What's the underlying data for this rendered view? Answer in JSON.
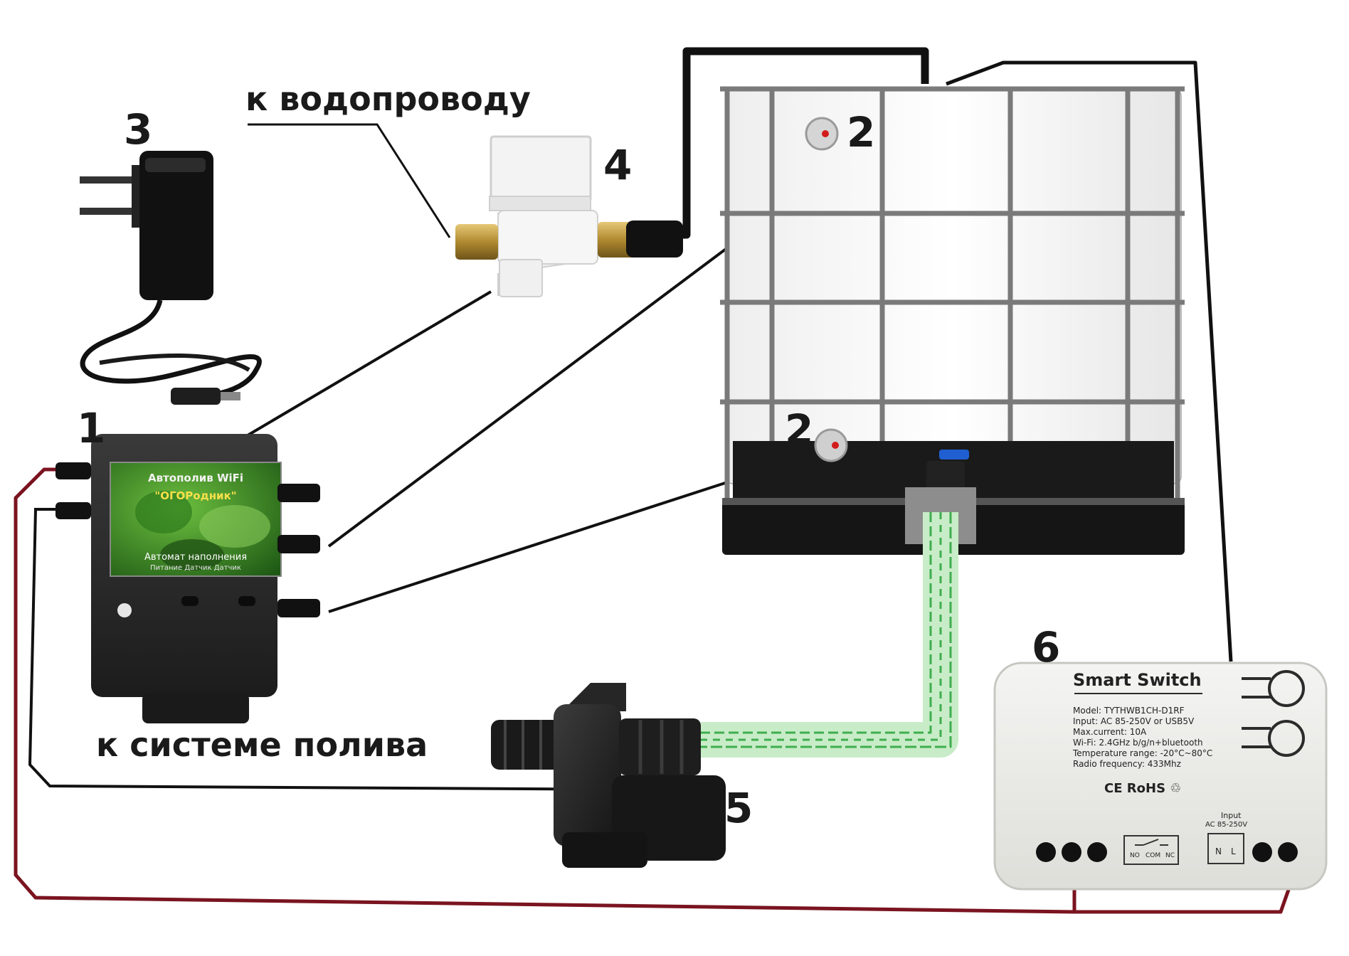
{
  "labels": {
    "n1": "1",
    "n2a": "2",
    "n2b": "2",
    "n3": "3",
    "n4": "4",
    "n5": "5",
    "n6": "6",
    "water_supply": "к водопроводу",
    "irrigation": "к системе полива"
  },
  "controller": {
    "title": "Автополив WiFi",
    "brand": "\"ОГОРодник\"",
    "subtitle": "Автомат наполнения",
    "bottom": "Питание  Датчик  Датчик"
  },
  "smart_switch": {
    "title": "Smart Switch",
    "specs": [
      "Model: TYTHWB1CH-D1RF",
      "Input: AC 85-250V or USB5V",
      "Max.current: 10A",
      "Wi-Fi: 2.4GHz b/g/n+bluetooth",
      "Temperature range: -20°C~80°C",
      "Radio frequency: 433Mhz"
    ],
    "certs": "CE  RoHS  ♲",
    "input_title": "Input",
    "input_voltage": "AC 85-250V",
    "relay_no": "NO",
    "relay_com": "COM",
    "relay_nc": "NC",
    "term_n": "N",
    "term_l": "L"
  },
  "colors": {
    "wire_black": "#111111",
    "wire_red": "#7a1420",
    "hose_green": "#3fae4e",
    "brass": "#c39a3c"
  }
}
